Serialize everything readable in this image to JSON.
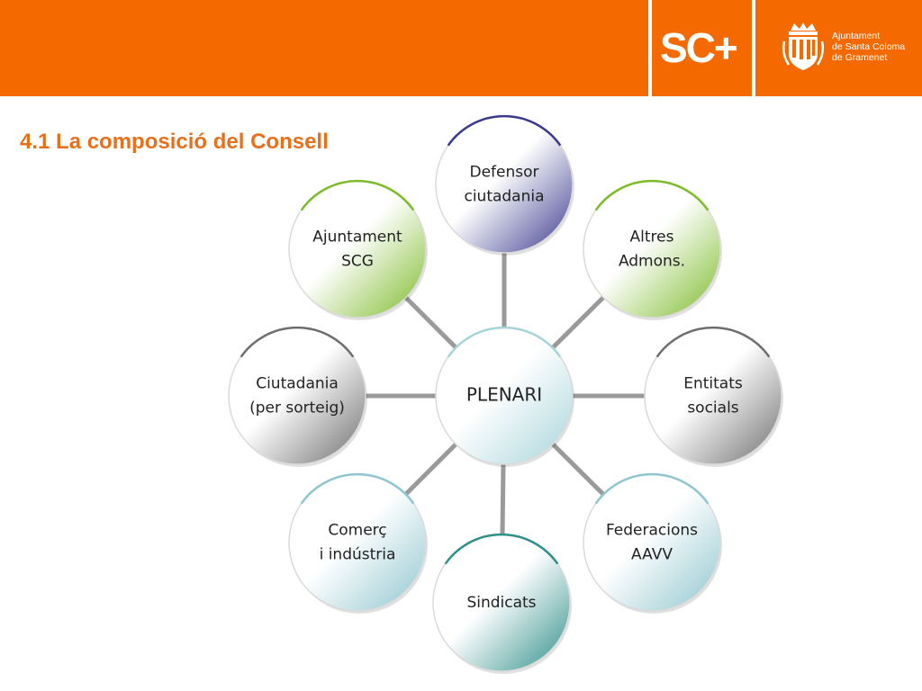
{
  "header": {
    "brand": "SC+",
    "organization_lines": [
      "Ajuntament",
      "de Santa Coloma",
      "de Gramenet"
    ],
    "crest_icon": "coat-of-arms-icon",
    "color": "#f46a00"
  },
  "title": "4.1 La composició del Consell",
  "diagram": {
    "center": {
      "lines": [
        "PLENARI"
      ]
    },
    "satellites": [
      {
        "id": "defensor",
        "lines": [
          "Defensor",
          "ciutadania"
        ],
        "color": "#3b3a8f"
      },
      {
        "id": "altres",
        "lines": [
          "Altres",
          "Admons."
        ],
        "color": "#7dbb2a"
      },
      {
        "id": "entitats",
        "lines": [
          "Entitats",
          "socials"
        ],
        "color": "#6e6e6e"
      },
      {
        "id": "federacions",
        "lines": [
          "Federacions",
          "AAVV"
        ],
        "color": "#8fc6cf"
      },
      {
        "id": "sindicats",
        "lines": [
          "Sindicats"
        ],
        "color": "#2f8f8a"
      },
      {
        "id": "comerc",
        "lines": [
          "Comerç",
          "i indústria"
        ],
        "color": "#8fc6cf"
      },
      {
        "id": "ciutadania",
        "lines": [
          "Ciutadania",
          "(per sorteig)"
        ],
        "color": "#6e6e6e"
      },
      {
        "id": "ajuntament",
        "lines": [
          "Ajuntament",
          "SCG"
        ],
        "color": "#7dbb2a"
      }
    ]
  }
}
